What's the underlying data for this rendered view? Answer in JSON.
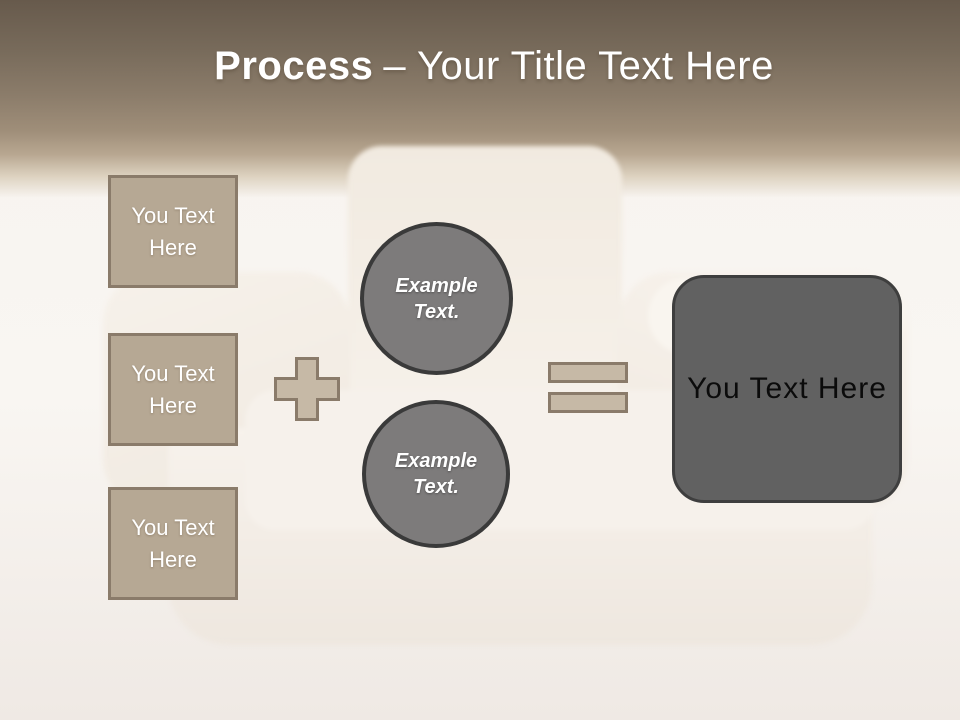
{
  "slide_title": {
    "bold": "Process",
    "rest": "– Your Title Text Here"
  },
  "left_boxes": [
    {
      "label": "You Text Here"
    },
    {
      "label": "You Text Here"
    },
    {
      "label": "You Text Here"
    }
  ],
  "circles": [
    {
      "label": "Example Text."
    },
    {
      "label": "Example Text."
    }
  ],
  "result_box": {
    "label": "You Text Here"
  },
  "icons": {
    "plus": "plus-icon",
    "equals": "equals-icon",
    "background_image": "armchair-image"
  },
  "colors": {
    "header_brown_top": "#675a4c",
    "header_brown_mid": "#9f8e79",
    "background_cream": "#f7f3ef",
    "tan_fill": "#b6a894",
    "tan_border": "#8a7b6a",
    "operator_fill": "#c6b9a6",
    "circle_fill": "#7d7b7b",
    "circle_border": "#3a3a3a",
    "result_fill": "#616161",
    "result_border": "#3e3e3e",
    "title_text": "#ffffff"
  }
}
